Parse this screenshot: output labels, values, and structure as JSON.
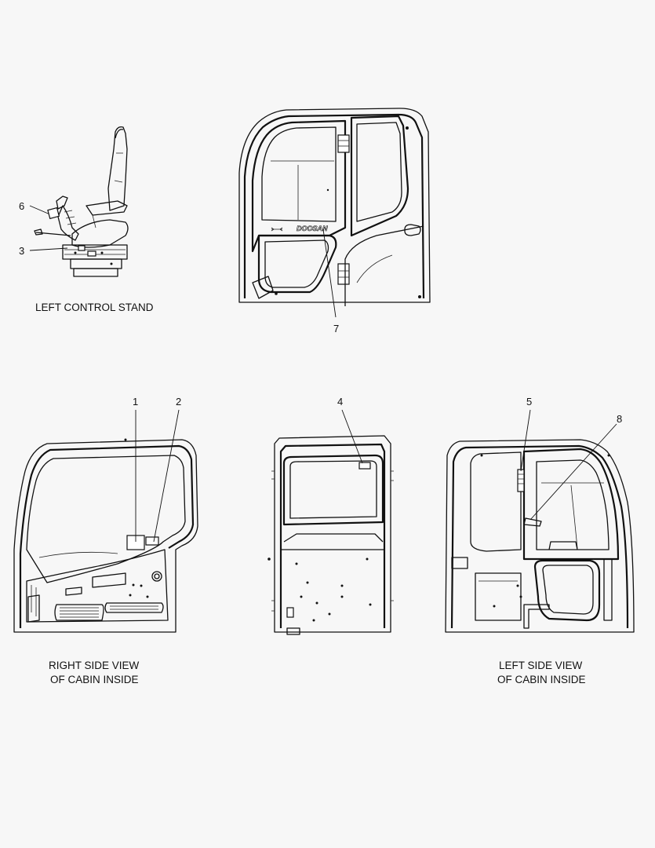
{
  "views": {
    "left_control_stand": {
      "caption": "LEFT CONTROL STAND"
    },
    "right_side_view": {
      "caption_line1": "RIGHT SIDE VIEW",
      "caption_line2": "OF CABIN INSIDE"
    },
    "left_side_view": {
      "caption_line1": "LEFT SIDE VIEW",
      "caption_line2": "OF CABIN INSIDE"
    }
  },
  "callouts": {
    "c1": "1",
    "c2": "2",
    "c3": "3",
    "c4": "4",
    "c5": "5",
    "c6": "6",
    "c7": "7",
    "c8": "8"
  },
  "door_brand": "DOOSAN"
}
